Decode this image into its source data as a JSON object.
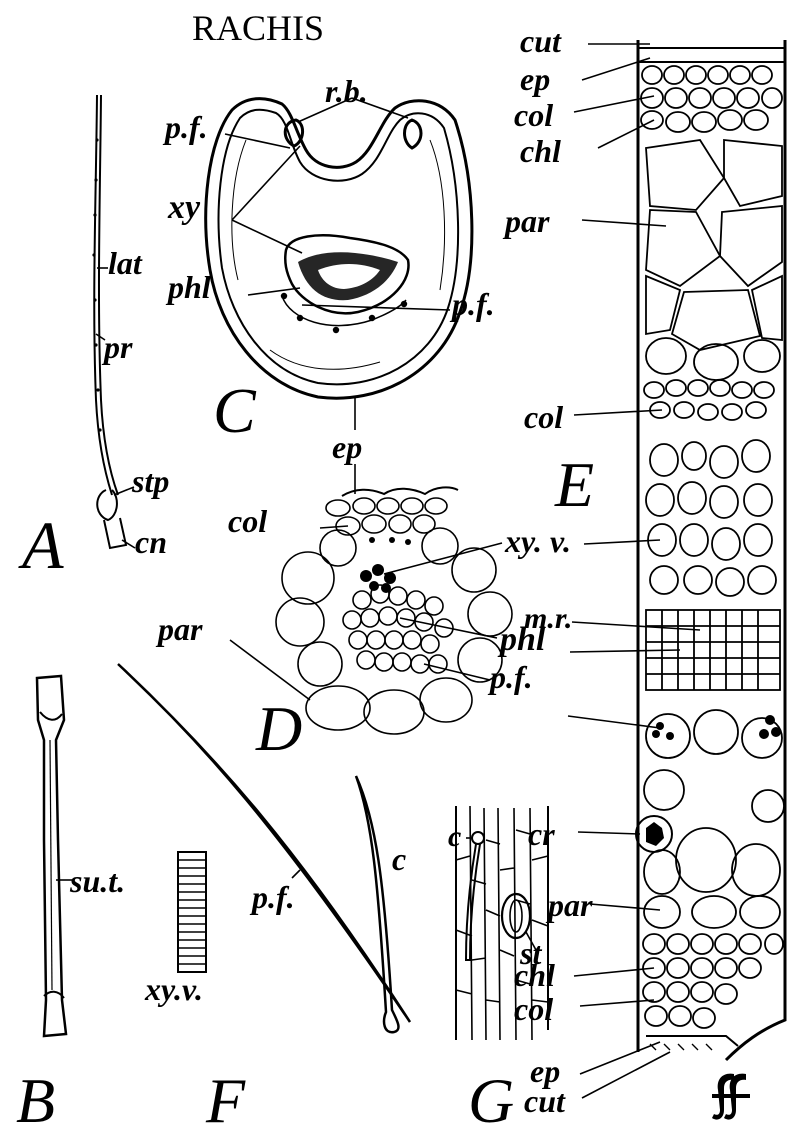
{
  "title": "RACHIS",
  "panels": {
    "a": "A",
    "b": "B",
    "c": "C",
    "d": "D",
    "e": "E",
    "f": "F",
    "g": "G"
  },
  "labels": {
    "a_lat": "lat",
    "a_pr": "pr",
    "a_stp": "stp",
    "a_cn": "cn",
    "b_sut": "su.t.",
    "c_rb": "r.b.",
    "c_pf_top": "p.f.",
    "c_xy": "xy",
    "c_phl": "phl",
    "c_pf_mid": "p.f.",
    "c_ep": "ep",
    "d_col": "col",
    "d_xyv": "xy. v.",
    "d_par": "par",
    "d_phl": "phl",
    "d_pf": "p.f.",
    "e_cut_top": "cut",
    "e_ep_top": "ep",
    "e_col_top": "col",
    "e_chl_top": "chl",
    "e_par_top": "par",
    "e_col_mid": "col",
    "e_mr": "m.r.",
    "e_cr": "cr",
    "e_par_bot": "par",
    "e_chl_bot": "chl",
    "e_col_bot": "col",
    "e_ep_bot": "ep",
    "e_cut_bot": "cut",
    "f_xyv": "xy.v.",
    "f_pf": "p.f.",
    "f_c": "c",
    "g_c": "c",
    "g_st": "st"
  },
  "signature_mark": "JF"
}
